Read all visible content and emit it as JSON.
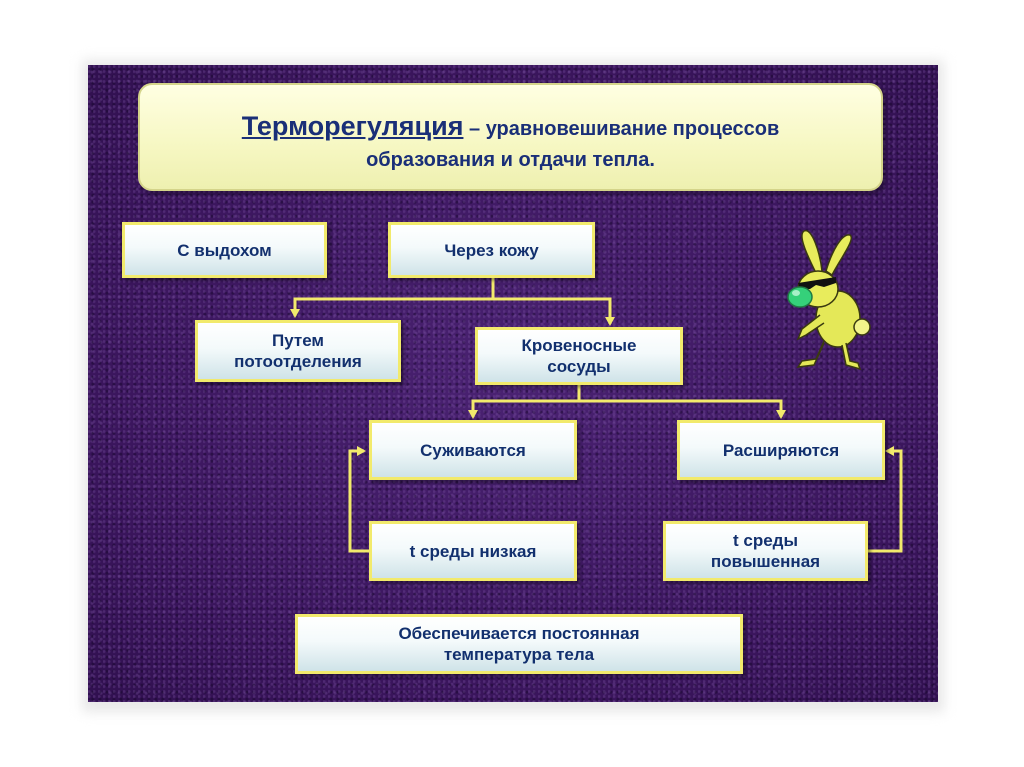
{
  "title": {
    "term": "Терморегуляция",
    "definition_line1": " – уравновешивание процессов",
    "definition_line2": "образования и  отдачи тепла."
  },
  "nodes": {
    "exhale": "С выдохом",
    "skin": "Через кожу",
    "sweating": "Путем\nпотоотделения",
    "vessels": "Кровеносные\nсосуды",
    "narrow": "Суживаются",
    "widen": "Расширяются",
    "low_temp": "t среды низкая",
    "high_temp": "t среды\nповышенная",
    "result": "Обеспечивается постоянная\nтемпература тела"
  },
  "colors": {
    "background": "#3f1a63",
    "box_border": "#f2ea6c",
    "connector": "#f2ea6c",
    "text": "#12306e",
    "title_panel": "#f6f7c2"
  },
  "icons": {
    "mascot": "cartoon-rabbit-with-sunglasses"
  }
}
